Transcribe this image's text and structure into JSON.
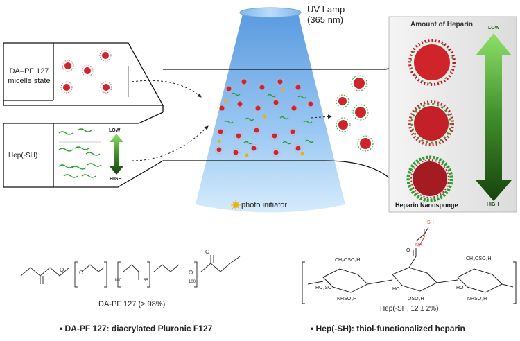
{
  "lamp": {
    "title": "UV Lamp",
    "wavelength": "(365 nm)"
  },
  "heparin_panel": {
    "title": "Amount of Heparin",
    "low": "LOW",
    "high": "HIGH",
    "product": "Heparin Nanosponge"
  },
  "inlets": {
    "dapf": {
      "line1": "DA–PF 127",
      "line2": "micelle state"
    },
    "hep": {
      "label": "Hep(-SH)"
    },
    "gradient_low": "LOW",
    "gradient_high": "HIGH"
  },
  "initiator": {
    "label": "photo initiator"
  },
  "structures": {
    "dapf": {
      "caption": "DA-PF 127 (> 98%)",
      "n1": "100",
      "n2": "65",
      "n3": "100"
    },
    "hep": {
      "caption": "Hep(-SH, 12 ± 2%)",
      "sh": "SH",
      "nh": "NH",
      "o": "O",
      "ch2oso3h_1": "CH₂OSO₃H",
      "ch3oso3h": "CH₃OSO₃H",
      "ho3so": "HO₃SO",
      "ho_1": "HO",
      "ho_2": "HO",
      "nhso3h_1": "NHSO₃H",
      "nhso3h_2": "NHSO₃H",
      "oso3h": "OSO₃H"
    }
  },
  "legend": {
    "dapf": "• DA-PF 127: diacrylated Pluronic F127",
    "hep": "• Hep(-SH): thiol-functionalized heparin"
  },
  "colors": {
    "beam_top": "#5f9fe0",
    "beam_bottom": "#cfe6fb",
    "micelle": "#d0242b",
    "heparin": "#2e9e2f",
    "initiator": "#e8b20f",
    "sh_group": "#e03030",
    "panel_bg": "#e9e9e9",
    "arrow_light": "#7ed957",
    "arrow_dark": "#1c4a12"
  }
}
